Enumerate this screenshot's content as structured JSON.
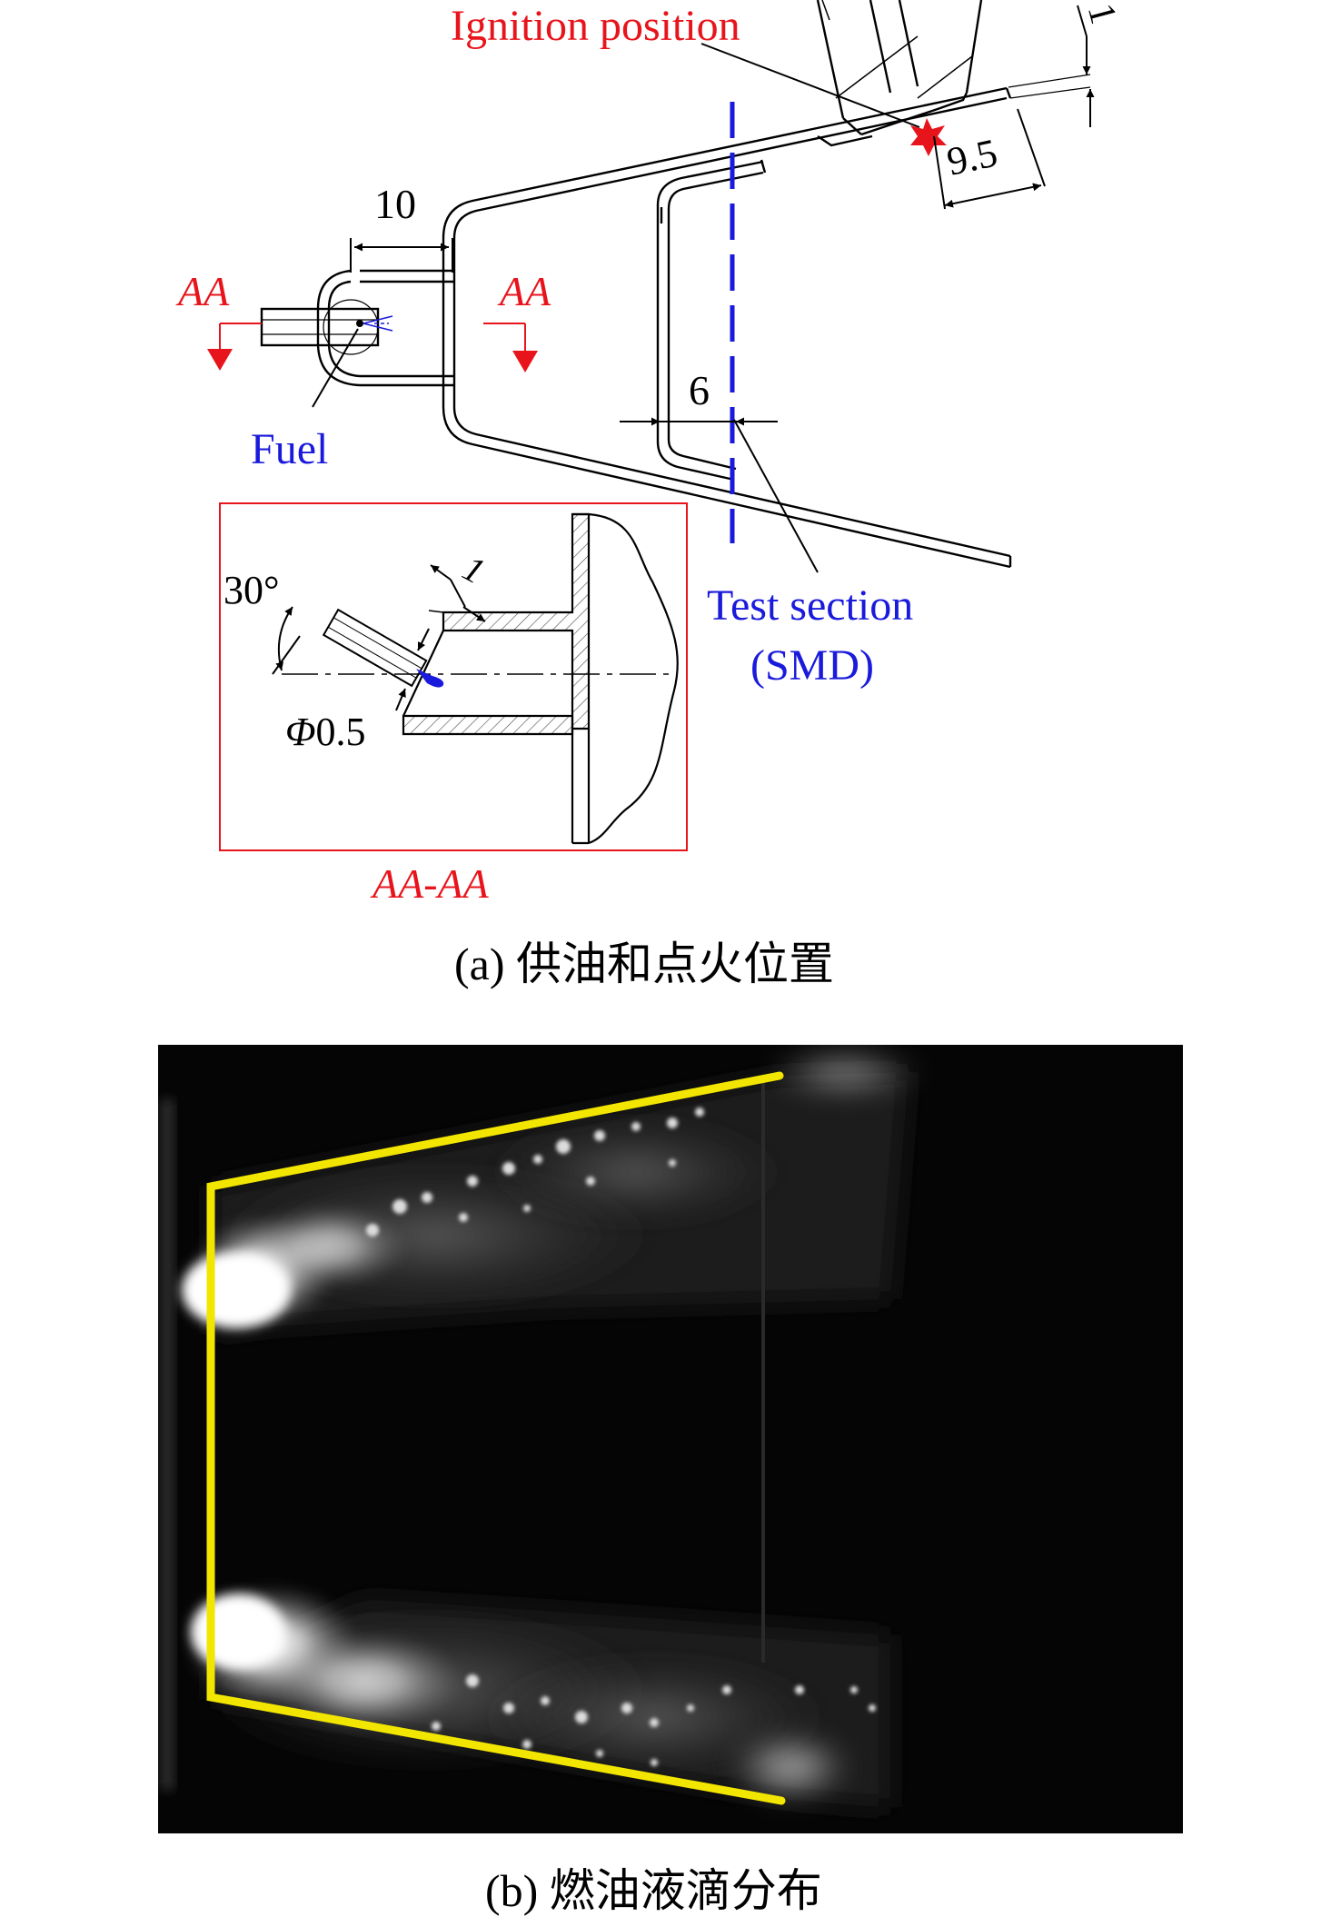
{
  "panel_a": {
    "labels": {
      "ignition": "Ignition position",
      "dim_10": "10",
      "dim_9_5": "9.5",
      "dim_1_top": "1",
      "dim_6": "6",
      "dim_1_inset": "1",
      "angle_30": "30°",
      "phi": "Φ",
      "phi_value": "0.5",
      "section_left": "AA",
      "section_right": "AA",
      "fuel": "Fuel",
      "test_section": "Test section",
      "smd": "(SMD)",
      "inset_title": "AA-AA"
    },
    "caption": "(a) 供油和点火位置"
  },
  "panel_b": {
    "caption": "(b) 燃油液滴分布"
  },
  "colors": {
    "annotation_red": "#e8141c",
    "annotation_blue": "#1a1adc",
    "outline_yellow": "#f2e600",
    "photo_background": "#050505"
  }
}
